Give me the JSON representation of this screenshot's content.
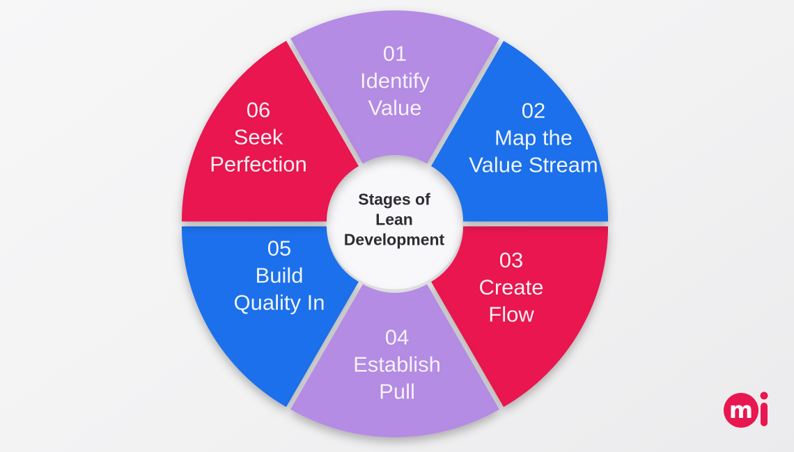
{
  "title": "Stages of Lean Development diagram",
  "center": {
    "lines": [
      "Stages of",
      "Lean",
      "Development"
    ],
    "text_color": "#2e2b32",
    "disc_color": "#f8f7f9"
  },
  "wheel": {
    "segments": [
      {
        "number": "01",
        "line1": "Identify",
        "line2": "Value",
        "color": "#b48ce4",
        "text_color": "#f8f1fd"
      },
      {
        "number": "02",
        "line1": "Map the",
        "line2": "Value Stream",
        "color": "#1a6feb",
        "text_color": "#eef5fe"
      },
      {
        "number": "03",
        "line1": "Create",
        "line2": "Flow",
        "color": "#e9174f",
        "text_color": "#fdeef3"
      },
      {
        "number": "04",
        "line1": "Establish",
        "line2": "Pull",
        "color": "#b48ce4",
        "text_color": "#f8f1fd"
      },
      {
        "number": "05",
        "line1": "Build",
        "line2": "Quality In",
        "color": "#1a6feb",
        "text_color": "#eef5fe"
      },
      {
        "number": "06",
        "line1": "Seek",
        "line2": "Perfection",
        "color": "#e9174f",
        "text_color": "#fdeef3"
      }
    ]
  },
  "logo": {
    "m": "m",
    "i_dot": "",
    "color": "#e8174f"
  },
  "background_color": "#f2f2f3"
}
